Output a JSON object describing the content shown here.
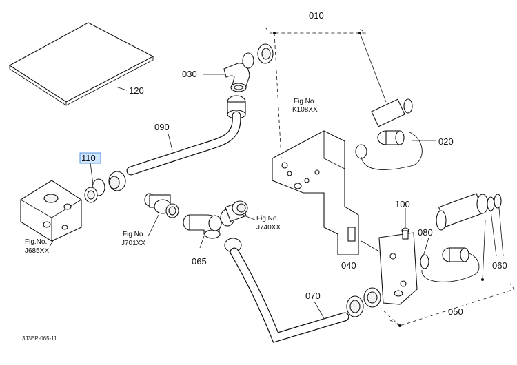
{
  "diagram": {
    "callouts": {
      "c010": "010",
      "c020": "020",
      "c030": "030",
      "c040": "040",
      "c050": "050",
      "c060": "060",
      "c065": "065",
      "c070": "070",
      "c080": "080",
      "c090": "090",
      "c100": "100",
      "c110": "110",
      "c120": "120"
    },
    "figure_refs": {
      "k108": {
        "label": "Fig.No.",
        "number": "K108XX"
      },
      "j685": {
        "label": "Fig.No.",
        "number": "J685XX"
      },
      "j701": {
        "label": "Fig.No.",
        "number": "J701XX"
      },
      "j740": {
        "label": "Fig.No.",
        "number": "J740XX"
      }
    },
    "drawing_id": "3J3EP-065-11",
    "highlight_color": "#cfe6ff"
  }
}
